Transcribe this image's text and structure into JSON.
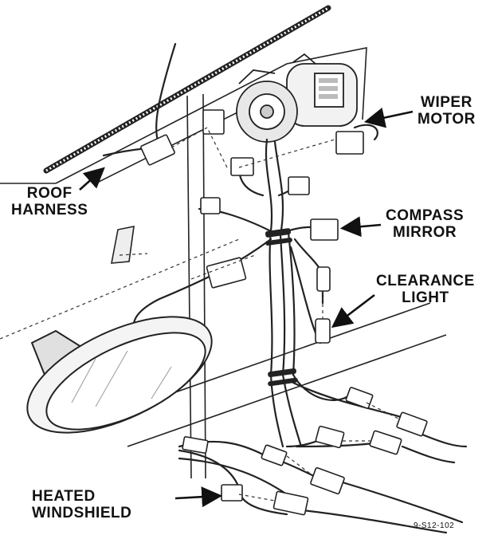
{
  "callouts": {
    "roof_harness": [
      "ROOF",
      "HARNESS"
    ],
    "wiper_motor": [
      "WIPER",
      "MOTOR"
    ],
    "compass_mirror": [
      "COMPASS",
      "MIRROR"
    ],
    "clearance_light": [
      "CLEARANCE",
      "LIGHT"
    ],
    "heated_windshield": [
      "HEATED",
      "WINDSHIELD"
    ]
  },
  "figure_id": "9-S12-102"
}
